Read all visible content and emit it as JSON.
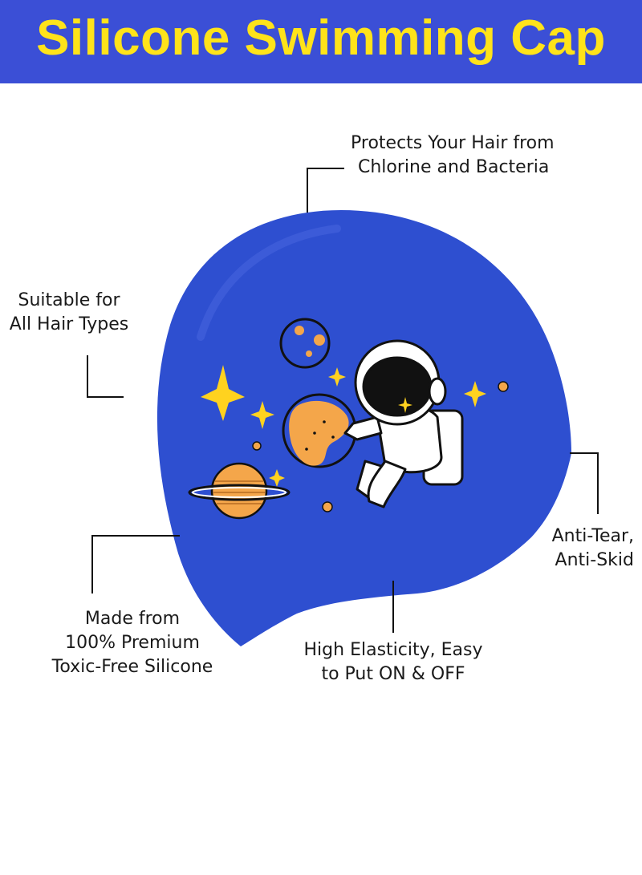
{
  "banner": {
    "title": "Silicone Swimming Cap",
    "background": "#3b4fd6",
    "title_color": "#ffe31a"
  },
  "product": {
    "cap_color": "#2e4fd0",
    "print": "astronaut-planets-print"
  },
  "callouts": {
    "top": {
      "line1": "Protects Your Hair from",
      "line2": "Chlorine and Bacteria"
    },
    "left_upper": {
      "line1": "Suitable for",
      "line2": "All Hair Types"
    },
    "right": {
      "line1": "Anti-Tear,",
      "line2": "Anti-Skid"
    },
    "left_lower": {
      "line1": "Made from",
      "line2": "100% Premium",
      "line3": "Toxic-Free Silicone"
    },
    "bottom": {
      "line1": "High Elasticity, Easy",
      "line2": "to Put ON & OFF"
    }
  }
}
